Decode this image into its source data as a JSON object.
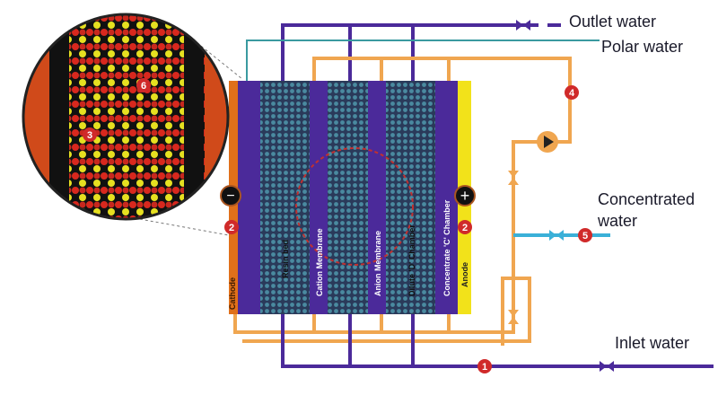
{
  "labels": {
    "outlet": "Outlet water",
    "polar": "Polar water",
    "concentrated": "Concentrated water",
    "inlet": "Inlet water"
  },
  "stack": {
    "cathode": "Cathode",
    "resin": "Resin bed",
    "cation": "Cation Membrane",
    "anion": "Anion Membrane",
    "dilute": "Dilute 'D' Chamber",
    "concentrate": "Concentrate 'C' Chamber",
    "anode": "Anode"
  },
  "markers": {
    "m1": "1",
    "m2": "2",
    "m3": "3",
    "m4": "4",
    "m5": "5",
    "m6": "6",
    "minus": "−",
    "plus": "+"
  },
  "colors": {
    "purple": "#4b2a9a",
    "orange": "#f0a650",
    "teal": "#3a9aa0",
    "blue": "#3ab0d8",
    "red": "#d02a2a",
    "yellow": "#f2e21a"
  }
}
